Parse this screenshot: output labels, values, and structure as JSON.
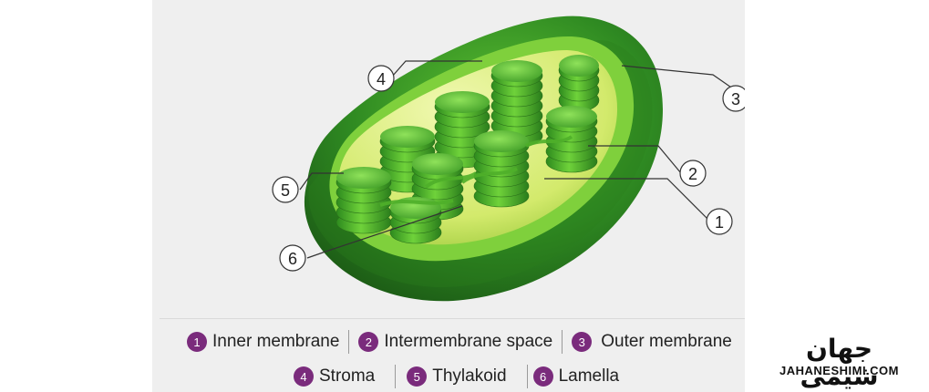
{
  "callouts": [
    {
      "num": "4"
    },
    {
      "num": "3"
    },
    {
      "num": "2"
    },
    {
      "num": "1"
    },
    {
      "num": "5"
    },
    {
      "num": "6"
    }
  ],
  "legend": {
    "row1": [
      {
        "num": "1",
        "label": "Inner membrane"
      },
      {
        "num": "2",
        "label": "Intermembrane space"
      },
      {
        "num": "3",
        "label": "Outer membrane"
      }
    ],
    "row2": [
      {
        "num": "4",
        "label": "Stroma"
      },
      {
        "num": "5",
        "label": "Thylakoid"
      },
      {
        "num": "6",
        "label": "Lamella"
      }
    ]
  },
  "watermark": {
    "persian": "جهان شیمی",
    "latin": "JAHANESHIMI.COM"
  },
  "colors": {
    "badge": "#7a2b7c",
    "outer_green": "#2f8a22",
    "inner_green": "#5cc42a",
    "stroma": "#dff07a"
  }
}
